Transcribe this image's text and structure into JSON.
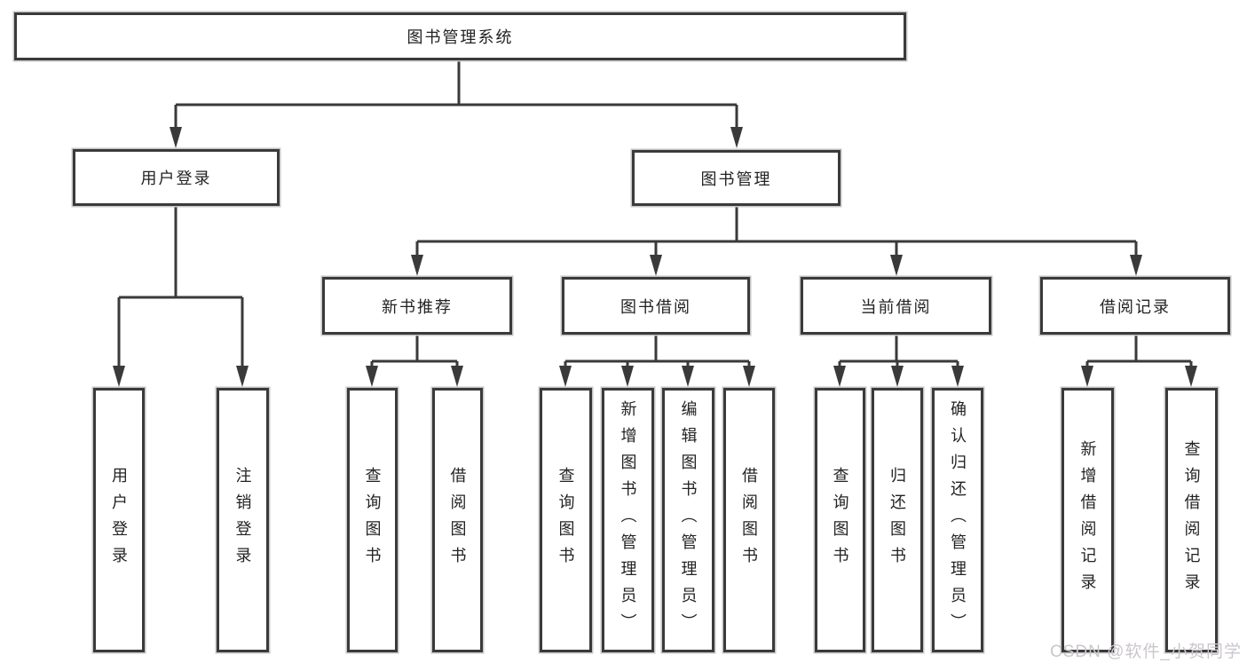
{
  "diagram_type": "tree",
  "colors": {
    "line": "#3a3a3a",
    "box_border": "#3a3a3a",
    "box_fill": "#ffffff",
    "text": "#232323",
    "watermark": "#cbc6cc",
    "background": "#ffffff"
  },
  "watermark": {
    "text": "CSDN @软件_小贺同学"
  },
  "tree": {
    "label": "图书管理系统",
    "children": [
      {
        "label": "用户登录",
        "children": [
          {
            "label": "用户登录"
          },
          {
            "label": "注销登录"
          }
        ]
      },
      {
        "label": "图书管理",
        "children": [
          {
            "label": "新书推荐",
            "children": [
              {
                "label": "查询图书"
              },
              {
                "label": "借阅图书"
              }
            ]
          },
          {
            "label": "图书借阅",
            "children": [
              {
                "label": "查询图书"
              },
              {
                "label": "新增图书（管理员）"
              },
              {
                "label": "编辑图书（管理员）"
              },
              {
                "label": "借阅图书"
              }
            ]
          },
          {
            "label": "当前借阅",
            "children": [
              {
                "label": "查询图书"
              },
              {
                "label": "归还图书"
              },
              {
                "label": "确认归还（管理员）"
              }
            ]
          },
          {
            "label": "借阅记录",
            "children": [
              {
                "label": "新增借阅记录"
              },
              {
                "label": "查询借阅记录"
              }
            ]
          }
        ]
      }
    ]
  }
}
